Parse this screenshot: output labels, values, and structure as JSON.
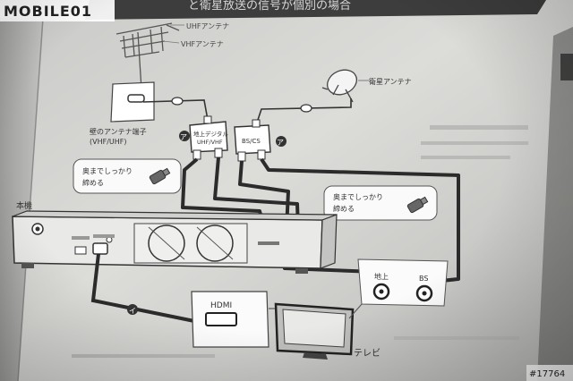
{
  "watermark": {
    "brand": "MOBILE01",
    "photo_id": "#17764"
  },
  "header": {
    "text": "と衛星放送の信号が個別の場合"
  },
  "antennas": {
    "uhf": "UHFアンテナ",
    "vhf": "VHFアンテナ",
    "satellite": "衛星アンテナ"
  },
  "wall_terminal": {
    "line1": "壁のアンテナ端子",
    "line2": "(VHF/UHF)"
  },
  "splitters": {
    "terrestrial_line1": "地上デジタル",
    "terrestrial_line2": "UHF/VHF",
    "bscs": "BS/CS"
  },
  "markers": {
    "a": "ア",
    "i": "イ"
  },
  "callouts": {
    "tighten_left_line1": "奥までしっかり",
    "tighten_left_line2": "締める",
    "tighten_right_line1": "奥までしっかり",
    "tighten_right_line2": "締める"
  },
  "device": {
    "label": "本機",
    "hdmi_label": "HDMI",
    "cable_label": "HDMI"
  },
  "tv": {
    "label": "テレビ",
    "input_terrestrial": "地上",
    "input_bs": "BS"
  },
  "colors": {
    "paper": "#d6d6d3",
    "ink": "#3b3b3b",
    "header_band": "#3d3d3d"
  }
}
